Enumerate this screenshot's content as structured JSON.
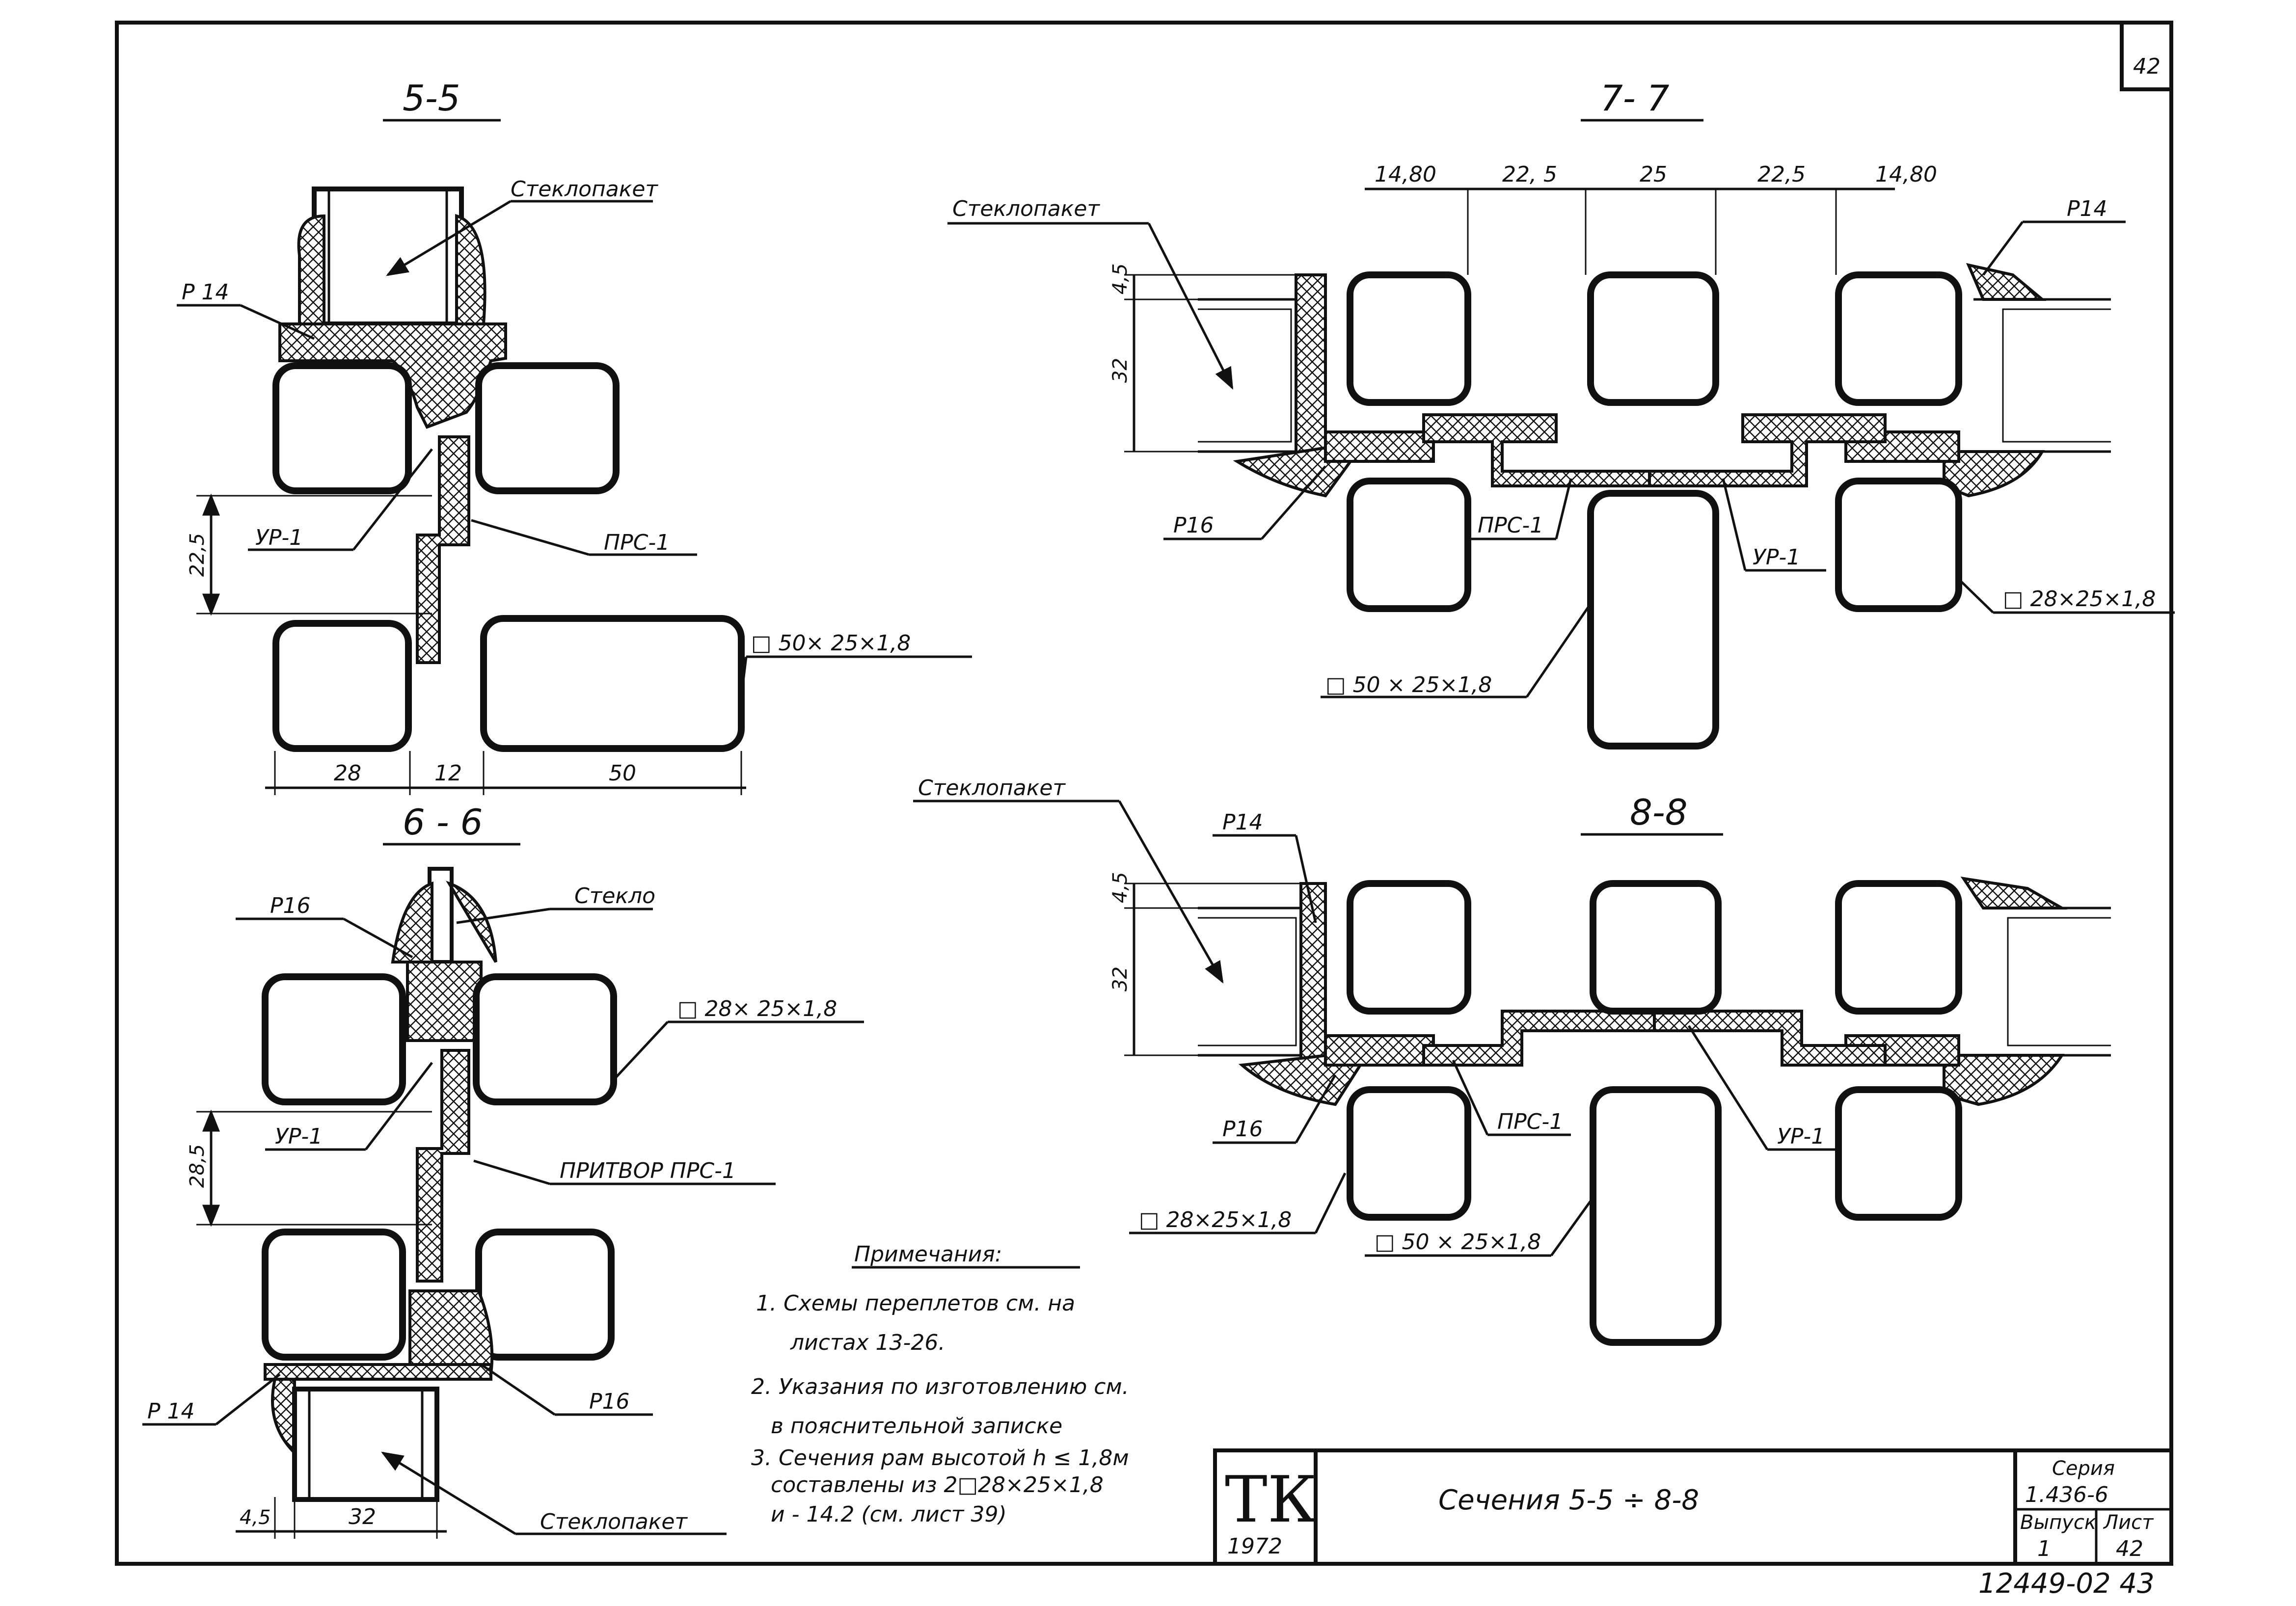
{
  "sheet_corner_number": "42",
  "sections": {
    "s55": {
      "title": "5-5",
      "steklopaket": "Стеклопакет",
      "p14": "Р 14",
      "ur1": "УР-1",
      "prs1": "ПРС-1",
      "dim_22_5": "22,5",
      "tube_50": "□ 50× 25×1,8",
      "dim_28": "28",
      "dim_12": "12",
      "dim_50": "50"
    },
    "s66": {
      "title": "6 - 6",
      "p16_top": "Р16",
      "steklo": "Стекло",
      "tube_28": "□ 28× 25×1,8",
      "ur1": "УР-1",
      "dim_28_5": "28,5",
      "pritvor": "ПРИТВОР ПРС-1",
      "p14": "Р 14",
      "p16_bottom": "Р16",
      "dim_4_5": "4,5",
      "dim_32": "32",
      "steklopaket": "Стеклопакет"
    },
    "s77": {
      "title": "7- 7",
      "dim_14_80a": "14,80",
      "dim_22_5a": "22, 5",
      "dim_25": "25",
      "dim_22_5b": "22,5",
      "dim_14_80b": "14,80",
      "steklopaket": "Стеклопакет",
      "p14": "Р14",
      "dim_4_5": "4,5",
      "dim_32": "32",
      "p16": "Р16",
      "prs1": "ПРС-1",
      "ur1": "УР-1",
      "tube_28": "□ 28×25×1,8",
      "tube_50": "□ 50 × 25×1,8"
    },
    "s88": {
      "title": "8-8",
      "steklopaket": "Стеклопакет",
      "p14": "Р14",
      "dim_4_5": "4,5",
      "dim_32": "32",
      "p16": "Р16",
      "prs1": "ПРС-1",
      "ur1": "УР-1",
      "tube_28": "□ 28×25×1,8",
      "tube_50": "□ 50 × 25×1,8"
    }
  },
  "notes": {
    "heading": "Примечания:",
    "n1a": "1. Схемы переплетов см. на",
    "n1b": "листах 13-26.",
    "n2a": "2. Указания по изготовлению см.",
    "n2b": "в пояснительной записке",
    "n3a": "3. Сечения рам высотой h ≤ 1,8м",
    "n3b": "составлены из 2□28×25×1,8",
    "n3c": "и - 14.2 (см. лист 39)"
  },
  "stamp": {
    "tk": "ТК",
    "year": "1972",
    "title": "Сечения 5-5 ÷ 8-8",
    "series_label": "Серия",
    "series_value": "1.436-6",
    "issue_label": "Выпуск",
    "sheet_label": "Лист",
    "issue_value": "1",
    "sheet_value": "42"
  },
  "archive_number": "12449-02 43"
}
